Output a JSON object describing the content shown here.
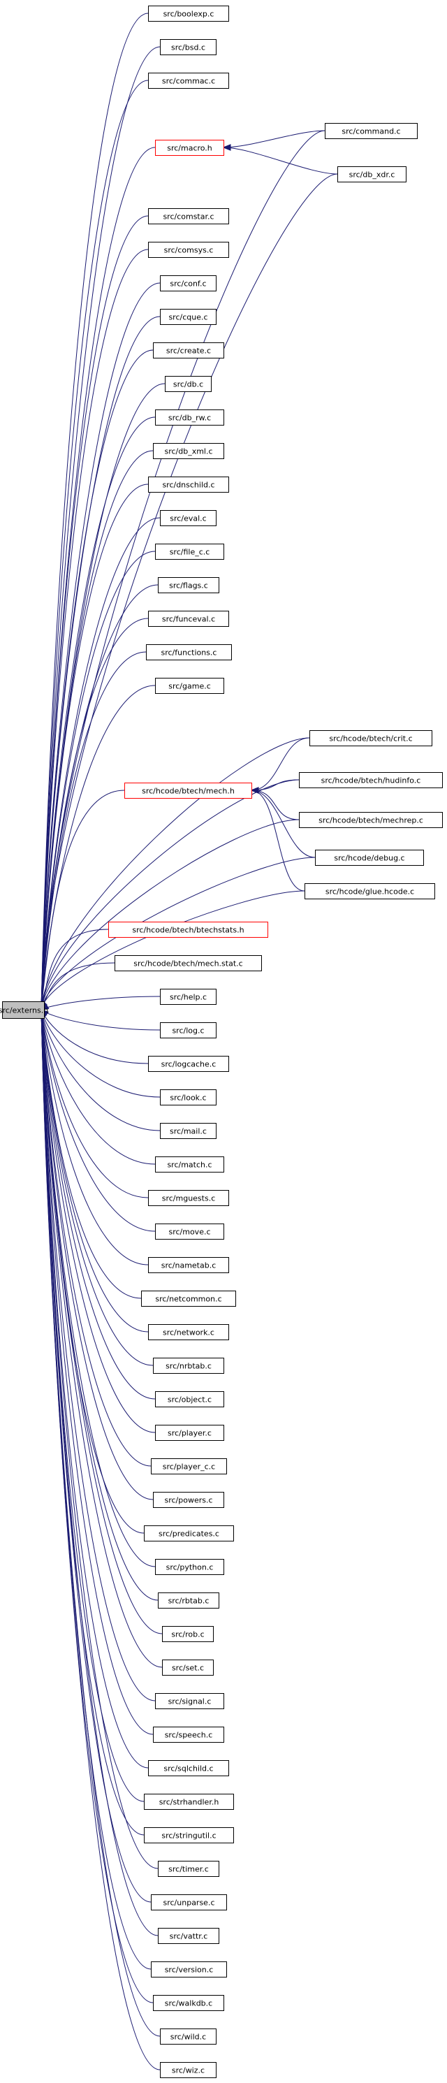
{
  "colors": {
    "edge": "#191970",
    "root_fill": "#bfbfbf",
    "box_border": "#000000",
    "incomplete_border": "#ff0000"
  },
  "root": "src/externs.h",
  "nodes": [
    {
      "id": "boolexp",
      "label": "src/boolexp.c"
    },
    {
      "id": "bsd",
      "label": "src/bsd.c"
    },
    {
      "id": "commac",
      "label": "src/commac.c"
    },
    {
      "id": "macro",
      "label": "src/macro.h",
      "red": true
    },
    {
      "id": "command",
      "label": "src/command.c"
    },
    {
      "id": "db_xdr",
      "label": "src/db_xdr.c"
    },
    {
      "id": "comstar",
      "label": "src/comstar.c"
    },
    {
      "id": "comsys",
      "label": "src/comsys.c"
    },
    {
      "id": "conf",
      "label": "src/conf.c"
    },
    {
      "id": "cque",
      "label": "src/cque.c"
    },
    {
      "id": "create",
      "label": "src/create.c"
    },
    {
      "id": "db",
      "label": "src/db.c"
    },
    {
      "id": "db_rw",
      "label": "src/db_rw.c"
    },
    {
      "id": "db_xml",
      "label": "src/db_xml.c"
    },
    {
      "id": "dnschild",
      "label": "src/dnschild.c"
    },
    {
      "id": "eval",
      "label": "src/eval.c"
    },
    {
      "id": "file_c",
      "label": "src/file_c.c"
    },
    {
      "id": "flags",
      "label": "src/flags.c"
    },
    {
      "id": "funceval",
      "label": "src/funceval.c"
    },
    {
      "id": "functions",
      "label": "src/functions.c"
    },
    {
      "id": "game",
      "label": "src/game.c"
    },
    {
      "id": "crit",
      "label": "src/hcode/btech/crit.c"
    },
    {
      "id": "mech",
      "label": "src/hcode/btech/mech.h",
      "red": true
    },
    {
      "id": "hudinfo",
      "label": "src/hcode/btech/hudinfo.c"
    },
    {
      "id": "mechrep",
      "label": "src/hcode/btech/mechrep.c"
    },
    {
      "id": "debug",
      "label": "src/hcode/debug.c"
    },
    {
      "id": "glue",
      "label": "src/hcode/glue.hcode.c"
    },
    {
      "id": "btechstats",
      "label": "src/hcode/btech/btechstats.h",
      "red": true
    },
    {
      "id": "mechstat",
      "label": "src/hcode/btech/mech.stat.c"
    },
    {
      "id": "help",
      "label": "src/help.c"
    },
    {
      "id": "log",
      "label": "src/log.c"
    },
    {
      "id": "logcache",
      "label": "src/logcache.c"
    },
    {
      "id": "look",
      "label": "src/look.c"
    },
    {
      "id": "mail",
      "label": "src/mail.c"
    },
    {
      "id": "match",
      "label": "src/match.c"
    },
    {
      "id": "mguests",
      "label": "src/mguests.c"
    },
    {
      "id": "move",
      "label": "src/move.c"
    },
    {
      "id": "nametab",
      "label": "src/nametab.c"
    },
    {
      "id": "netcommon",
      "label": "src/netcommon.c"
    },
    {
      "id": "network",
      "label": "src/network.c"
    },
    {
      "id": "nrbtab",
      "label": "src/nrbtab.c"
    },
    {
      "id": "object",
      "label": "src/object.c"
    },
    {
      "id": "player",
      "label": "src/player.c"
    },
    {
      "id": "player_c",
      "label": "src/player_c.c"
    },
    {
      "id": "powers",
      "label": "src/powers.c"
    },
    {
      "id": "predicates",
      "label": "src/predicates.c"
    },
    {
      "id": "python",
      "label": "src/python.c"
    },
    {
      "id": "rbtab",
      "label": "src/rbtab.c"
    },
    {
      "id": "rob",
      "label": "src/rob.c"
    },
    {
      "id": "set",
      "label": "src/set.c"
    },
    {
      "id": "signal",
      "label": "src/signal.c"
    },
    {
      "id": "speech",
      "label": "src/speech.c"
    },
    {
      "id": "sqlchild",
      "label": "src/sqlchild.c"
    },
    {
      "id": "strhandler",
      "label": "src/strhandler.h"
    },
    {
      "id": "stringutil",
      "label": "src/stringutil.c"
    },
    {
      "id": "timer",
      "label": "src/timer.c"
    },
    {
      "id": "unparse",
      "label": "src/unparse.c"
    },
    {
      "id": "vattr",
      "label": "src/vattr.c"
    },
    {
      "id": "version",
      "label": "src/version.c"
    },
    {
      "id": "walkdb",
      "label": "src/walkdb.c"
    },
    {
      "id": "wild",
      "label": "src/wild.c"
    },
    {
      "id": "wiz",
      "label": "src/wiz.c"
    }
  ],
  "edges": [
    [
      "boolexp",
      "root"
    ],
    [
      "bsd",
      "root"
    ],
    [
      "commac",
      "root"
    ],
    [
      "macro",
      "root"
    ],
    [
      "command",
      "root"
    ],
    [
      "command",
      "macro"
    ],
    [
      "db_xdr",
      "root"
    ],
    [
      "db_xdr",
      "macro"
    ],
    [
      "comstar",
      "root"
    ],
    [
      "comsys",
      "root"
    ],
    [
      "conf",
      "root"
    ],
    [
      "cque",
      "root"
    ],
    [
      "create",
      "root"
    ],
    [
      "db",
      "root"
    ],
    [
      "db_rw",
      "root"
    ],
    [
      "db_xml",
      "root"
    ],
    [
      "dnschild",
      "root"
    ],
    [
      "eval",
      "root"
    ],
    [
      "file_c",
      "root"
    ],
    [
      "flags",
      "root"
    ],
    [
      "funceval",
      "root"
    ],
    [
      "functions",
      "root"
    ],
    [
      "game",
      "root"
    ],
    [
      "crit",
      "root"
    ],
    [
      "crit",
      "mech"
    ],
    [
      "mech",
      "root"
    ],
    [
      "hudinfo",
      "root"
    ],
    [
      "hudinfo",
      "mech"
    ],
    [
      "mechrep",
      "root"
    ],
    [
      "mechrep",
      "mech"
    ],
    [
      "debug",
      "root"
    ],
    [
      "debug",
      "mech"
    ],
    [
      "glue",
      "root"
    ],
    [
      "glue",
      "mech"
    ],
    [
      "btechstats",
      "root"
    ],
    [
      "mechstat",
      "root"
    ],
    [
      "help",
      "root"
    ],
    [
      "log",
      "root"
    ],
    [
      "logcache",
      "root"
    ],
    [
      "look",
      "root"
    ],
    [
      "mail",
      "root"
    ],
    [
      "match",
      "root"
    ],
    [
      "mguests",
      "root"
    ],
    [
      "move",
      "root"
    ],
    [
      "nametab",
      "root"
    ],
    [
      "netcommon",
      "root"
    ],
    [
      "network",
      "root"
    ],
    [
      "nrbtab",
      "root"
    ],
    [
      "object",
      "root"
    ],
    [
      "player",
      "root"
    ],
    [
      "player_c",
      "root"
    ],
    [
      "powers",
      "root"
    ],
    [
      "predicates",
      "root"
    ],
    [
      "python",
      "root"
    ],
    [
      "rbtab",
      "root"
    ],
    [
      "rob",
      "root"
    ],
    [
      "set",
      "root"
    ],
    [
      "signal",
      "root"
    ],
    [
      "speech",
      "root"
    ],
    [
      "sqlchild",
      "root"
    ],
    [
      "strhandler",
      "root"
    ],
    [
      "stringutil",
      "root"
    ],
    [
      "timer",
      "root"
    ],
    [
      "unparse",
      "root"
    ],
    [
      "vattr",
      "root"
    ],
    [
      "version",
      "root"
    ],
    [
      "walkdb",
      "root"
    ],
    [
      "wild",
      "root"
    ],
    [
      "wiz",
      "root"
    ]
  ]
}
